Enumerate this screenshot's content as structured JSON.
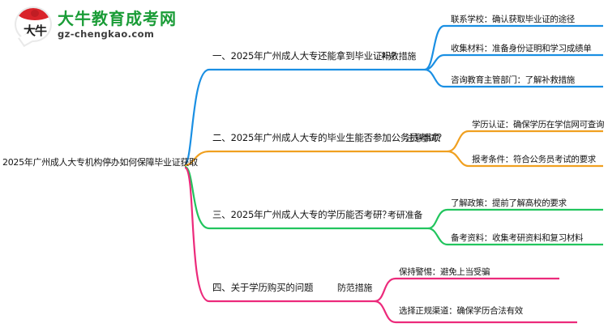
{
  "logo": {
    "mark_char": "大牛",
    "title": "大牛教育成考网",
    "subtitle": "gz-chengkao.com",
    "cap_color": "#d9232a",
    "title_color": "#1a9c37"
  },
  "mindmap": {
    "root": "2025年广州成人大专机构停办如何保障毕业证获取",
    "branches": [
      {
        "color": "#1a8fe3",
        "title": "一、2025年广州成人大专还能拿到毕业证吗？",
        "tag": "补救措施",
        "leaves": [
          "联系学校：确认获取毕业证的途径",
          "收集材料：准备身份证明和学习成绩单",
          "咨询教育主管部门：了解补救措施"
        ]
      },
      {
        "color": "#f0a020",
        "title": "二、2025年广州成人大专的毕业生能否参加公务员考试？",
        "tag": "注意事项",
        "leaves": [
          "学历认证：确保学历在学信网可查询",
          "报考条件：符合公务员考试的要求"
        ]
      },
      {
        "color": "#22c55e",
        "title": "三、2025年广州成人大专的学历能否考研？",
        "tag": "考研准备",
        "leaves": [
          "了解政策：提前了解高校的要求",
          "备考资料：收集考研资料和复习材料"
        ]
      },
      {
        "color": "#ec2a7b",
        "title": "四、关于学历购买的问题",
        "tag": "防范措施",
        "leaves": [
          "保持警惕：避免上当受骗",
          "选择正规渠道：确保学历合法有效"
        ]
      }
    ]
  }
}
